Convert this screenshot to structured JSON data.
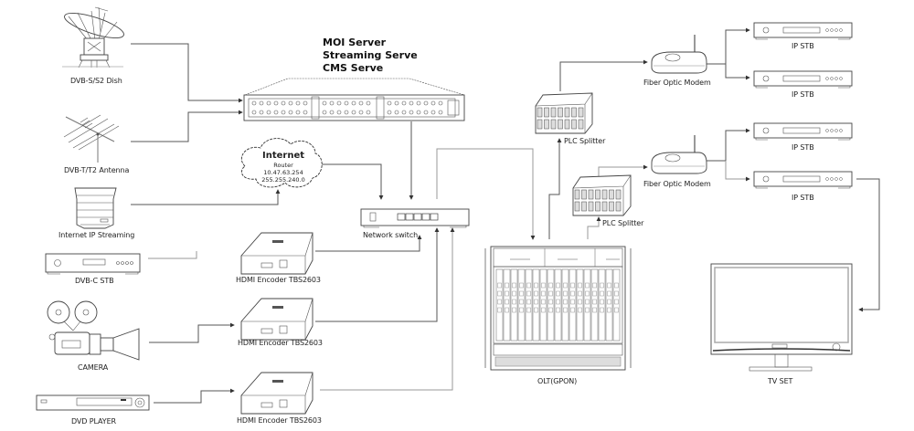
{
  "title_lines": [
    "MOI Server",
    "Streaming Serve",
    "CMS Serve"
  ],
  "internet": {
    "title": "Internet",
    "sub": "Router",
    "ip": "10.47.63.254",
    "mask": "255.255.240.0"
  },
  "labels": {
    "dish": "DVB-S/S2 Dish",
    "antenna": "DVB-T/T2 Antenna",
    "ip_streaming": "Internet IP Streaming",
    "dvbc_stb": "DVB-C STB",
    "camera": "CAMERA",
    "dvd": "DVD PLAYER",
    "encoder_1": "HDMI Encoder TBS2603",
    "encoder_2": "HDMI Encoder TBS2603",
    "encoder_3": "HDMI Encoder TBS2603",
    "switch": "Network switch",
    "olt": "OLT(GPON)",
    "splitter_1": "PLC Splitter",
    "splitter_2": "PLC Splitter",
    "modem_1": "Fiber Optic Modem",
    "modem_2": "Fiber Optic Modem",
    "ip_stb_1": "IP STB",
    "ip_stb_2": "IP STB",
    "ip_stb_3": "IP STB",
    "ip_stb_4": "IP STB",
    "tv": "TV SET"
  },
  "icons": {
    "dish": "satellite-dish-icon",
    "antenna": "yagi-antenna-icon",
    "server_rack": "server-rack-icon",
    "stb": "set-top-box-icon",
    "camera": "film-camera-icon",
    "dvd": "dvd-player-icon",
    "encoder": "hdmi-encoder-icon",
    "switch": "network-switch-icon",
    "olt": "olt-chassis-icon",
    "splitter": "plc-splitter-icon",
    "modem": "fiber-modem-icon",
    "tv": "tv-icon",
    "cloud": "internet-cloud-icon"
  }
}
